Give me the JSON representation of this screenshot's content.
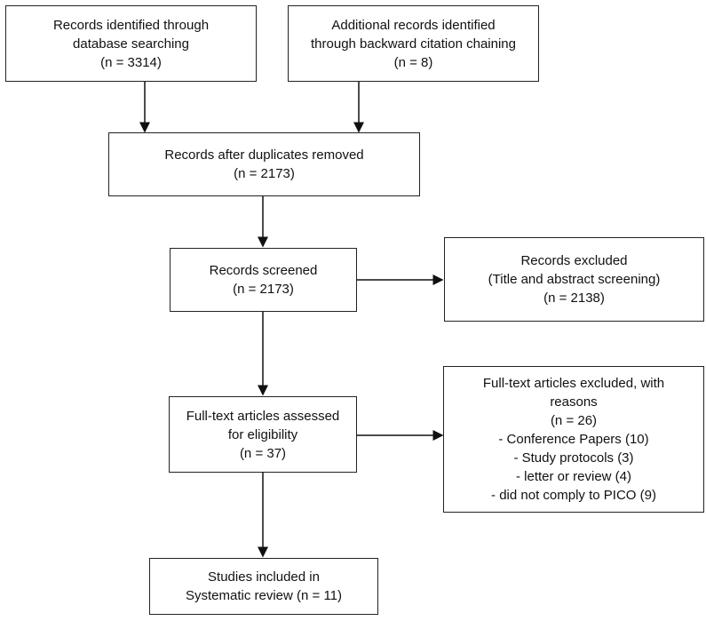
{
  "boxes": {
    "identified_db": [
      "Records identified through",
      "database searching",
      "(n = 3314)"
    ],
    "identified_additional": [
      "Additional records identified",
      "through backward citation chaining",
      "(n = 8)"
    ],
    "after_duplicates": [
      "Records after duplicates removed",
      "(n = 2173)"
    ],
    "screened": [
      "Records screened",
      "(n = 2173)"
    ],
    "excluded": [
      "Records excluded",
      "(Title and abstract screening)",
      "(n = 2138)"
    ],
    "fulltext": [
      "Full-text articles assessed",
      "for eligibility",
      "(n = 37)"
    ],
    "fulltext_excluded": [
      "Full-text articles excluded, with",
      "reasons",
      "(n = 26)",
      "- Conference Papers (10)",
      "- Study protocols (3)",
      "- letter or review (4)",
      "- did not comply to PICO (9)"
    ],
    "included": [
      "Studies included in",
      "Systematic review (n = 11)"
    ]
  }
}
